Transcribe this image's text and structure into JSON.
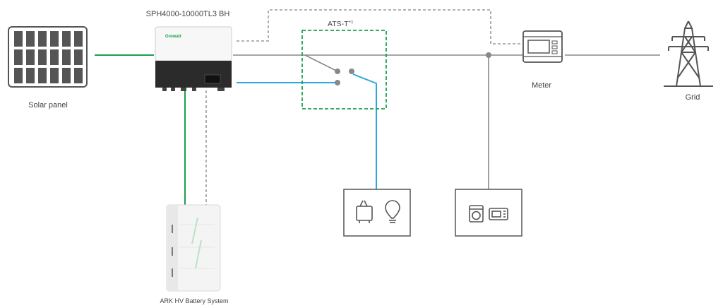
{
  "labels": {
    "inverter_model": "SPH4000-10000TL3 BH",
    "ats": "ATS-T",
    "ats_superscript": "+1",
    "solar_panel": "Solar panel",
    "meter": "Meter",
    "grid": "Grid",
    "battery": "ARK HV Battery System"
  },
  "inverter_brand": "Growatt",
  "colors": {
    "dc_line": "#1aa14b",
    "backup_line": "#29a9e0",
    "grid_line": "#888888",
    "comm_line": "#999999",
    "ats_box": "#1aa14b",
    "device_stroke": "#555555"
  },
  "icons": {
    "solar": "solar-panel-icon",
    "inverter": "inverter-icon",
    "meter": "meter-icon",
    "grid": "transmission-tower-icon",
    "battery": "battery-icon",
    "backup_loads": [
      "tv-icon",
      "light-bulb-icon"
    ],
    "normal_loads": [
      "washing-machine-icon",
      "microwave-icon"
    ]
  }
}
